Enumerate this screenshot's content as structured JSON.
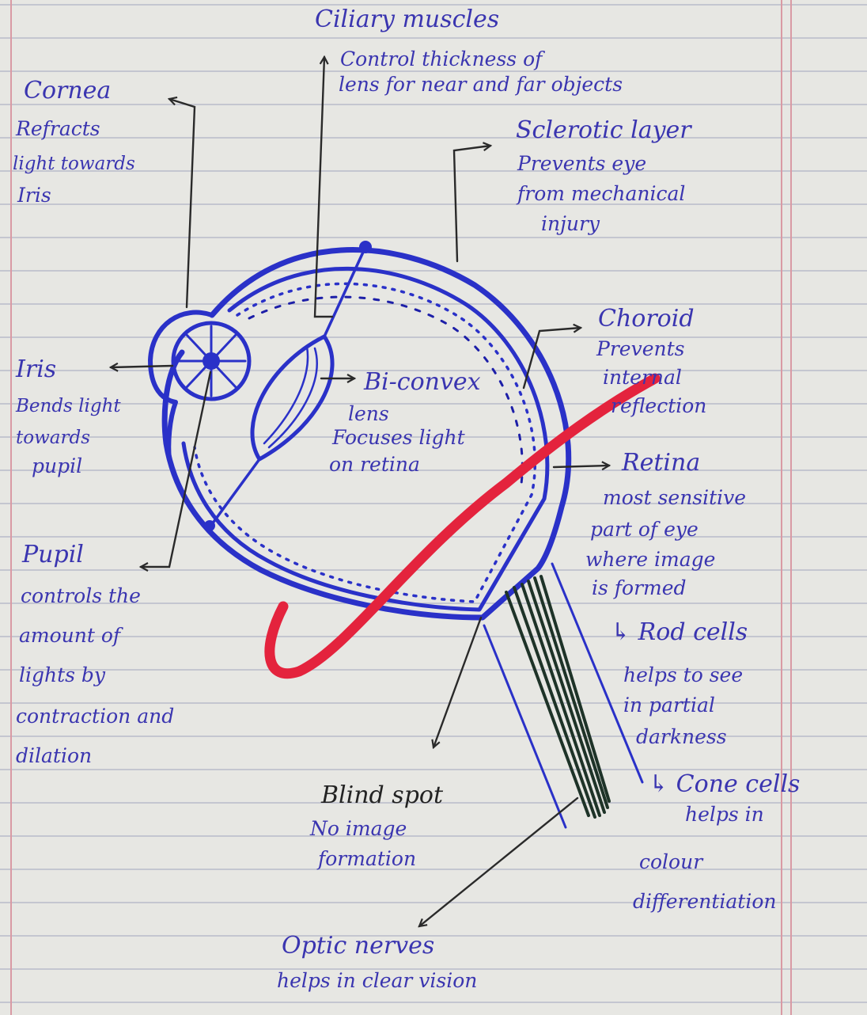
{
  "diagram": {
    "labels": {
      "ciliary": {
        "name": "Ciliary muscles",
        "desc": [
          "Control thickness of",
          "lens for near and far objects"
        ]
      },
      "cornea": {
        "name": "Cornea",
        "desc": [
          "Refracts",
          "light towards",
          "Iris"
        ]
      },
      "sclerotic": {
        "name": "Sclerotic layer",
        "desc": [
          "Prevents eye",
          "from mechanical",
          "injury"
        ]
      },
      "choroid": {
        "name": "Choroid",
        "desc": [
          "Prevents",
          "internal",
          "reflection"
        ]
      },
      "iris": {
        "name": "Iris",
        "desc": [
          "Bends light",
          "towards",
          "pupil"
        ]
      },
      "lens": {
        "name": "Bi-convex",
        "desc": [
          "lens",
          "Focuses light",
          "on retina"
        ]
      },
      "retina": {
        "name": "Retina",
        "desc": [
          "most sensitive",
          "part of eye",
          "where image",
          "is formed"
        ]
      },
      "rod": {
        "name": "↳ Rod cells",
        "desc": [
          "helps to see",
          "in partial",
          "darkness"
        ]
      },
      "cone": {
        "name": "↳ Cone cells",
        "desc": [
          "helps in",
          "colour",
          "differentiation"
        ]
      },
      "pupil": {
        "name": "Pupil",
        "desc": [
          "controls the",
          "amount of",
          "lights by",
          "contraction and",
          "dilation"
        ]
      },
      "blindspot": {
        "name": "Blind spot",
        "desc": [
          "No image",
          "formation"
        ]
      },
      "optic": {
        "name": "Optic nerves",
        "desc": [
          "helps in clear vision"
        ]
      }
    },
    "colors": {
      "paper": "#e7e7e3",
      "rule_line": "#b9bcc9",
      "margin_line": "#d99aa4",
      "pen_blue": "#2a31c8",
      "pen_dark_blue": "#1d1fa8",
      "pen_black": "#2a2a2a",
      "nerve_green": "#1e3328",
      "tick_red": "#e4233d"
    }
  }
}
